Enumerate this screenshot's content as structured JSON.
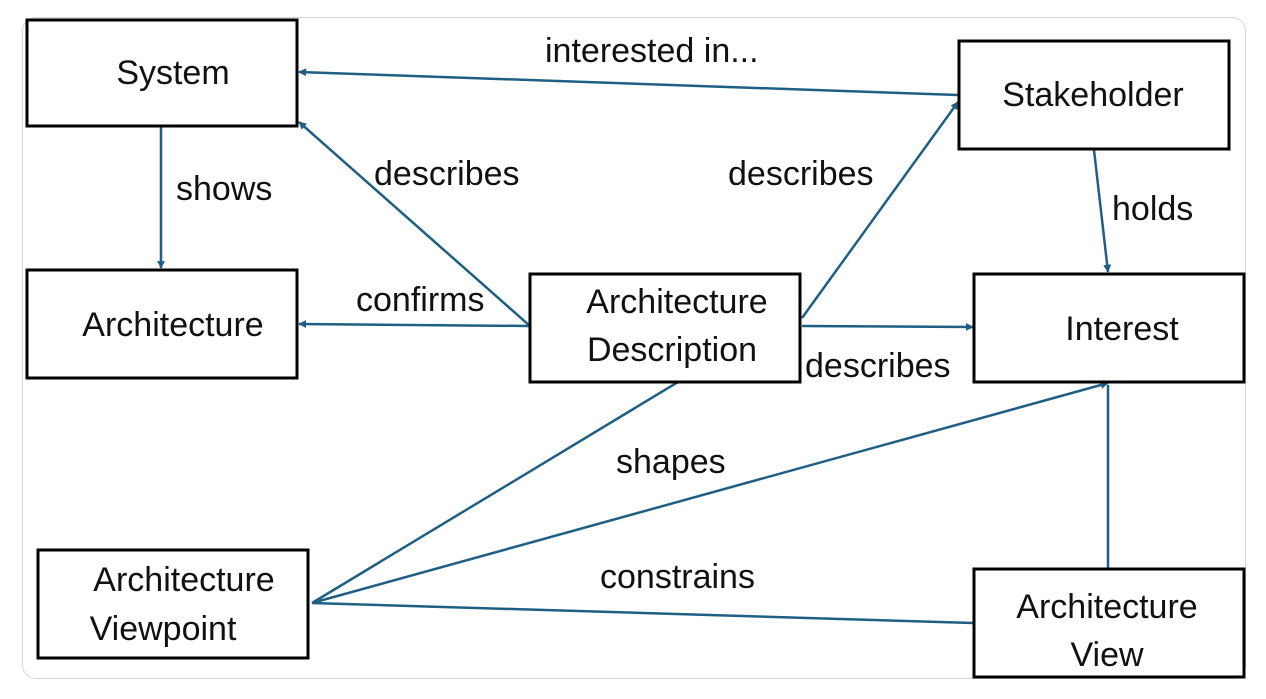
{
  "colors": {
    "edge": "#1f5f84",
    "box_border": "#000000",
    "text": "#111111"
  },
  "nodes": {
    "system": "System",
    "stakeholder": "Stakeholder",
    "architecture": "Architecture",
    "architecture_description_line1": "Architecture",
    "architecture_description_line2": "Description",
    "interest": "Interest",
    "architecture_viewpoint_line1": "Architecture",
    "architecture_viewpoint_line2": "Viewpoint",
    "architecture_view_line1": "Architecture",
    "architecture_view_line2": "View"
  },
  "edges": {
    "interested_in": "interested in...",
    "shows": "shows",
    "describes_system": "describes",
    "describes_stakeholder": "describes",
    "holds": "holds",
    "confirms": "confirms",
    "describes_interest": "describes",
    "shapes": "shapes",
    "constrains": "constrains"
  }
}
